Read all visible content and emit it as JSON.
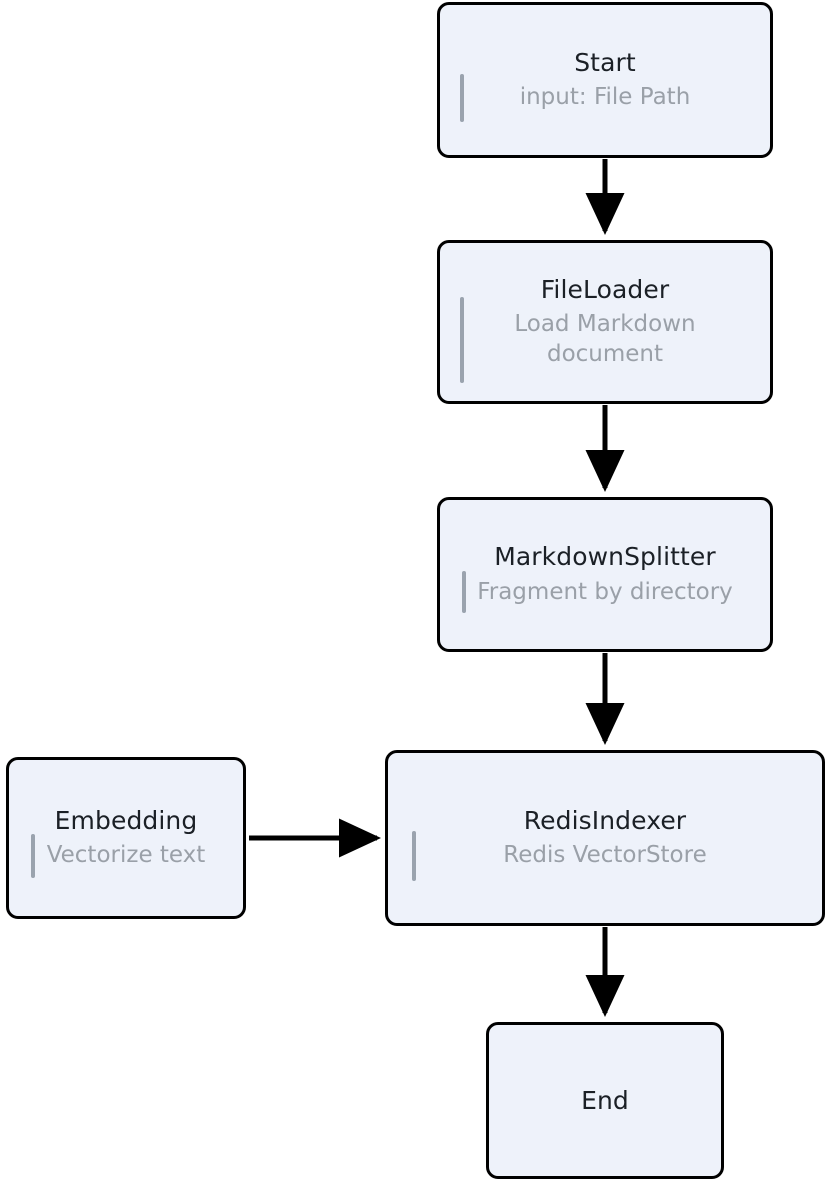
{
  "diagram": {
    "type": "flowchart",
    "orientation": "top-to-bottom",
    "background_color": "#ffffff",
    "node_fill_color": "#eef2fa",
    "node_border_color": "#000000",
    "title_color": "#1b2026",
    "subtitle_color": "#9aa0a8",
    "accent_bar_color": "#9aa3ae",
    "edge_color": "#000000",
    "nodes": [
      {
        "id": "start",
        "title": "Start",
        "subtitle": "input: File Path"
      },
      {
        "id": "fileloader",
        "title": "FileLoader",
        "subtitle": "Load Markdown document"
      },
      {
        "id": "splitter",
        "title": "MarkdownSplitter",
        "subtitle": "Fragment by directory"
      },
      {
        "id": "redisindexer",
        "title": "RedisIndexer",
        "subtitle": "Redis VectorStore"
      },
      {
        "id": "embedding",
        "title": "Embedding",
        "subtitle": "Vectorize text"
      },
      {
        "id": "end",
        "title": "End",
        "subtitle": ""
      }
    ],
    "edges": [
      {
        "from": "start",
        "to": "fileloader",
        "direction": "down"
      },
      {
        "from": "fileloader",
        "to": "splitter",
        "direction": "down"
      },
      {
        "from": "splitter",
        "to": "redisindexer",
        "direction": "down"
      },
      {
        "from": "embedding",
        "to": "redisindexer",
        "direction": "right"
      },
      {
        "from": "redisindexer",
        "to": "end",
        "direction": "down"
      }
    ]
  }
}
